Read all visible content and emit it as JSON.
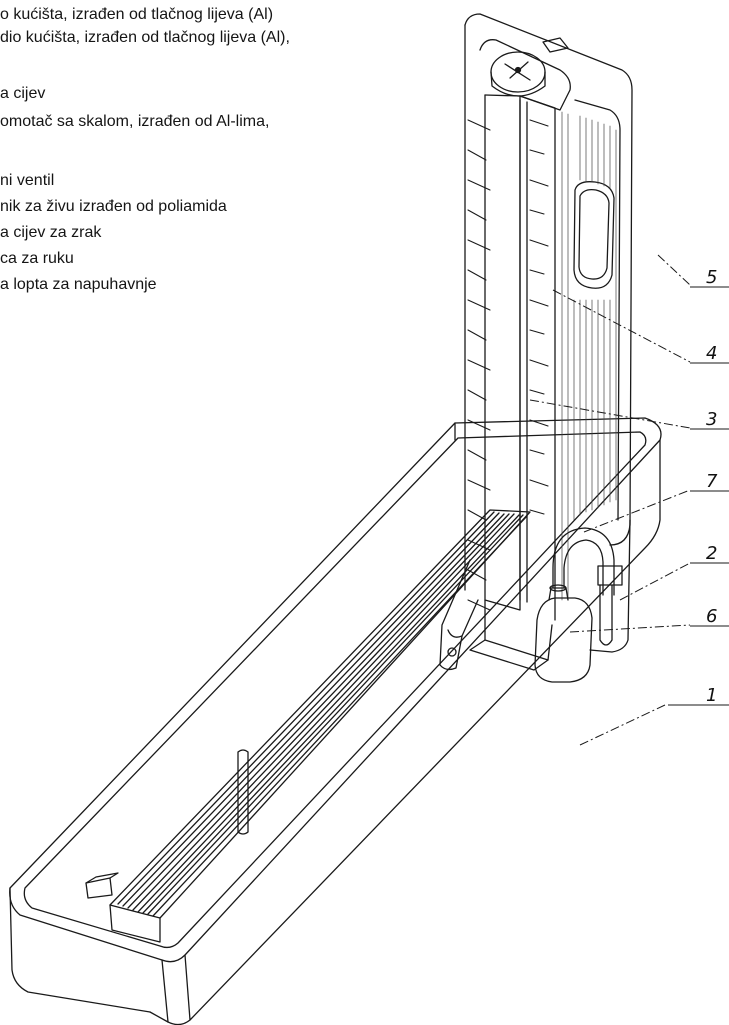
{
  "legend": {
    "lines": [
      "o kućišta, izrađen od tlačnog lijeva (Al)",
      "dio kućišta, izrađen od tlačnog lijeva (Al),",
      "a cijev",
      "omotač sa skalom, izrađen od Al-lima,",
      "ni ventil",
      "nik za živu izrađen od poliamida",
      "a cijev za zrak",
      "ca za ruku",
      "a lopta za napuhavnje"
    ]
  },
  "callouts": [
    {
      "id": "5",
      "label": "5"
    },
    {
      "id": "4",
      "label": "4"
    },
    {
      "id": "3",
      "label": "3"
    },
    {
      "id": "7",
      "label": "7"
    },
    {
      "id": "2",
      "label": "2"
    },
    {
      "id": "6",
      "label": "6"
    },
    {
      "id": "1",
      "label": "1"
    }
  ]
}
